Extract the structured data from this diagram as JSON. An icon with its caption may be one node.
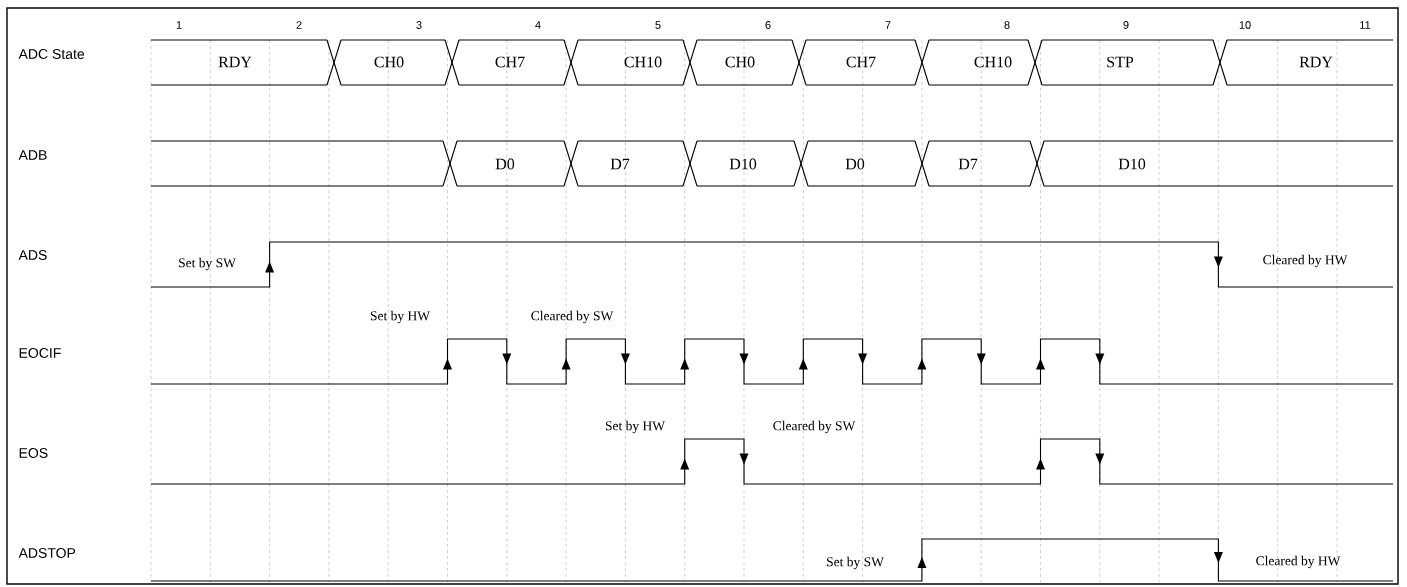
{
  "diagram": {
    "labels": [
      "1",
      "2",
      "3",
      "4",
      "5",
      "6",
      "7",
      "8",
      "9",
      "10",
      "11",
      "ADC State",
      "RDY",
      "CH0",
      "CH7",
      "CH10",
      "CH0",
      "CH7",
      "CH10",
      "STP",
      "RDY",
      "ADB",
      "D0",
      "D7",
      "D10",
      "D0",
      "D7",
      "D10",
      "ADS",
      "Set by SW",
      "Cleared by HW",
      "Set by HW",
      "Cleared by SW",
      "EOCIF",
      "Set by HW",
      "Cleared by SW",
      "EOS",
      "ADSTOP",
      "Set by SW",
      "Cleared by HW"
    ]
  }
}
